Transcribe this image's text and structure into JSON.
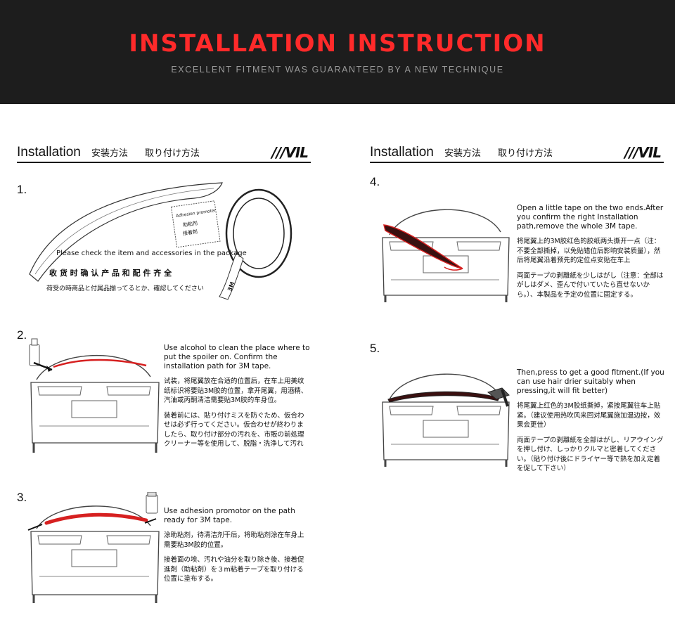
{
  "header": {
    "title": "INSTALLATION INSTRUCTION",
    "subtitle": "EXCELLENT FITMENT WAS GUARANTEED BY A NEW TECHNIQUE",
    "title_color": "#ff2a2a",
    "subtitle_color": "#9a9a9a",
    "background": "#1d1d1d"
  },
  "panel_header": {
    "en": "Installation",
    "zh": "安装方法",
    "ja": "取り付け方法",
    "logo": "///VIL"
  },
  "steps": [
    {
      "number": "1.",
      "caption_en": "Please check  the item and accessories in the package",
      "caption_zh": "收 货 时 确 认 产 品 和 配 件 齐 全",
      "caption_ja": "荷受の時商品と付属品揃ってるとか、確認してください",
      "promoter_label_en": "Adhesion promoter",
      "promoter_label_zh1": "助粘剂",
      "promoter_label_zh2": "接着剤",
      "tape_label": "3M"
    },
    {
      "number": "2.",
      "en": "Use alcohol to clean the place where to put the spoiler on. Confirm the installation path for 3M tape.",
      "zh": "试装，将尾翼放在合适的位置后，在车上用美纹纸标识将要贴3M胶的位置，拿开尾翼，用酒精、汽油或丙酮清洁需要贴3M胶的车身位。",
      "ja": "装着前には、貼り付けミスを防ぐため、仮合わせは必ず行ってください。仮合わせが終わりましたら、取り付け部分の汚れを、市販の前処理クリーナー等を使用して、脱脂・洗浄して汚れ"
    },
    {
      "number": "3.",
      "en": "Use adhesion promotor on the path ready for 3M tape.",
      "zh": "涂助粘剂，待清洁剂干后，将助粘剂涂在车身上需要粘3M胶的位置。",
      "ja": "接着面の埃、汚れや油分を取り除き後、接着促進剤（助粘剤）を３m粘着テープを取り付ける位置に塗布する。"
    },
    {
      "number": "4.",
      "en": "Open a little tape on the two ends.After you confirm the right Installation path,remove the whole 3M tape.",
      "zh": "将尾翼上的3M胶红色的胶纸两头撕开一点（注：不要全部撕掉，以免贴错位后影响安装质量），然后将尾翼沿着预先的定位点安贴在车上",
      "ja": "両面テープの剥離紙を少しはがし（注意：全部はがしはダメ、歪んで付いていたら直せないから。）、本製品を予定の位置に固定する。"
    },
    {
      "number": "5.",
      "en": "Then,press to get a good fitment.(If you can use hair drier suitably when pressing,it will fit better)",
      "zh": "将尾翼上红色的3M胶纸撕掉，紧按尾翼往车上贴紧。（建议使用热吹风来回对尾翼施加温边按，效果会更佳）",
      "ja": "両面テープの剥離紙を全部はがし、リアウイングを押し付け、しっかりクルマと密着してください。（貼り付け後にドライヤー等で熱を加え定着を促して下さい）"
    }
  ],
  "colors": {
    "accent_red": "#d62020",
    "spoiler_dark": "#3a1010",
    "line": "#333333"
  }
}
